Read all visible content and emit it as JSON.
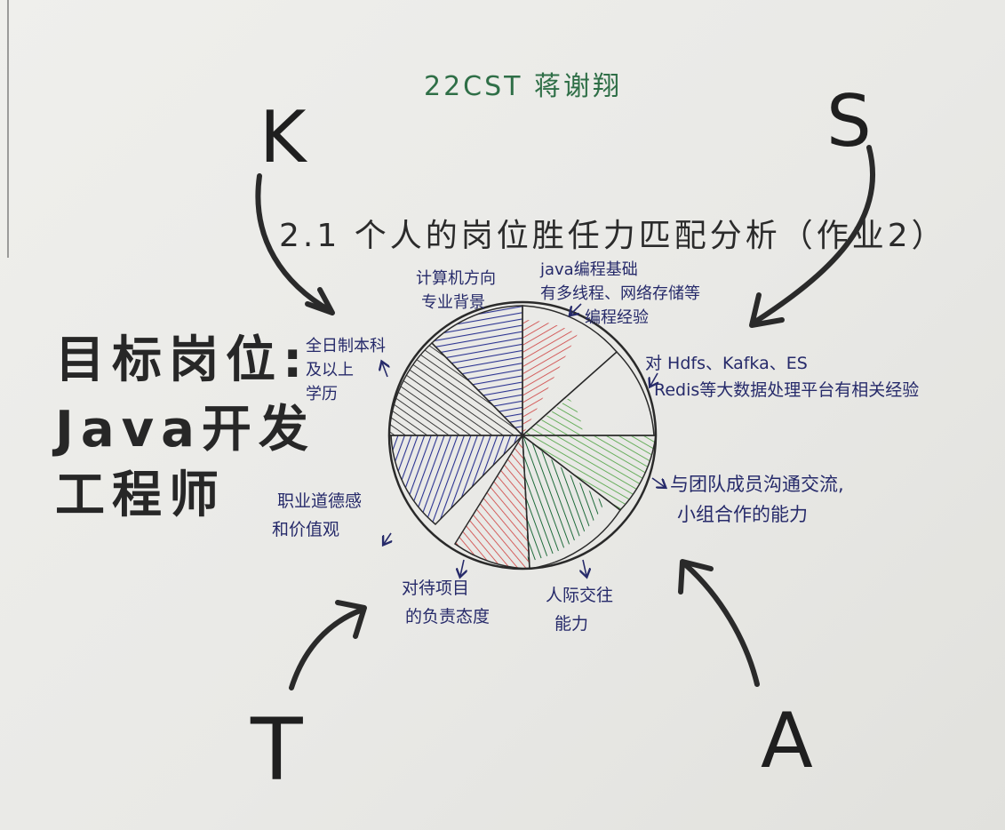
{
  "author": "22CST 蒋谢翔",
  "title": "2.1 个人的岗位胜任力匹配分析（作业2）",
  "letters": {
    "k": "K",
    "s": "S",
    "t": "T",
    "a": "A"
  },
  "target_position": {
    "line1": "目标岗位:",
    "line2": "Java开发",
    "line3": "工程师"
  },
  "labels": {
    "cs_background": [
      "计算机方向",
      "专业背景"
    ],
    "java_basics": [
      "java编程基础",
      "有多线程、网络存储等",
      "编程经验"
    ],
    "education": [
      "全日制本科",
      "及以上",
      "学历"
    ],
    "big_data": [
      "对 Hdfs、Kafka、ES",
      "Redis等大数据处理平台有相关经验"
    ],
    "teamwork": [
      "与团队成员沟通交流,",
      "小组合作的能力"
    ],
    "ethics": [
      "职业道德感",
      "和价值观"
    ],
    "attitude": [
      "对待项目",
      "的负责态度"
    ],
    "social": [
      "人际交往",
      "能力"
    ]
  },
  "colors": {
    "blue_ink": "#2c3491",
    "red_ink": "#d2504f",
    "dark_green_ink": "#1f6b3b",
    "light_green_ink": "#5aa84f",
    "black_ink": "#2a2a2a",
    "grey_ink": "#3a3a3a"
  },
  "wheel_segments": [
    {
      "name": "cs-background",
      "ink": "blue",
      "fill": 1.0
    },
    {
      "name": "java-basics",
      "ink": "red",
      "fill": 0.72
    },
    {
      "name": "big-data",
      "ink": "blank",
      "fill": 0
    },
    {
      "name": "big-data-lower",
      "ink": "light-green",
      "fill": 0.35
    },
    {
      "name": "teamwork",
      "ink": "light-green",
      "fill": 0.95
    },
    {
      "name": "social",
      "ink": "dark-green",
      "fill": 0.72
    },
    {
      "name": "attitude",
      "ink": "red",
      "fill": 0.78
    },
    {
      "name": "ethics",
      "ink": "blue",
      "fill": 0.85
    },
    {
      "name": "education",
      "ink": "black",
      "fill": 1.0
    }
  ],
  "icons": [
    "arrow-k-icon",
    "arrow-s-icon",
    "arrow-t-icon",
    "arrow-a-icon"
  ]
}
